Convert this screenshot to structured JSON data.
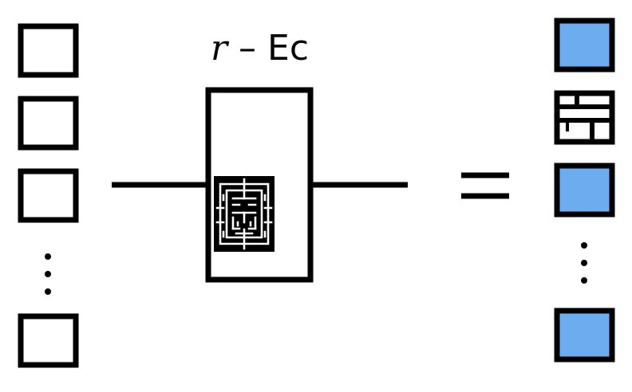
{
  "operator_label": {
    "variable": "r",
    "separator": " – ",
    "name": "Ec"
  },
  "equals_symbol": "=",
  "colors": {
    "stroke": "#000000",
    "filled_cell": "#6eacf0",
    "background": "#ffffff"
  },
  "input_column": {
    "cells": [
      "empty",
      "empty",
      "empty",
      "ellipsis",
      "empty"
    ]
  },
  "output_column": {
    "cells": [
      "filled",
      "pattern",
      "filled",
      "ellipsis",
      "filled"
    ]
  },
  "icons": {
    "operator_chip": "maze-chip-icon",
    "output_pattern": "split-tile-icon"
  }
}
